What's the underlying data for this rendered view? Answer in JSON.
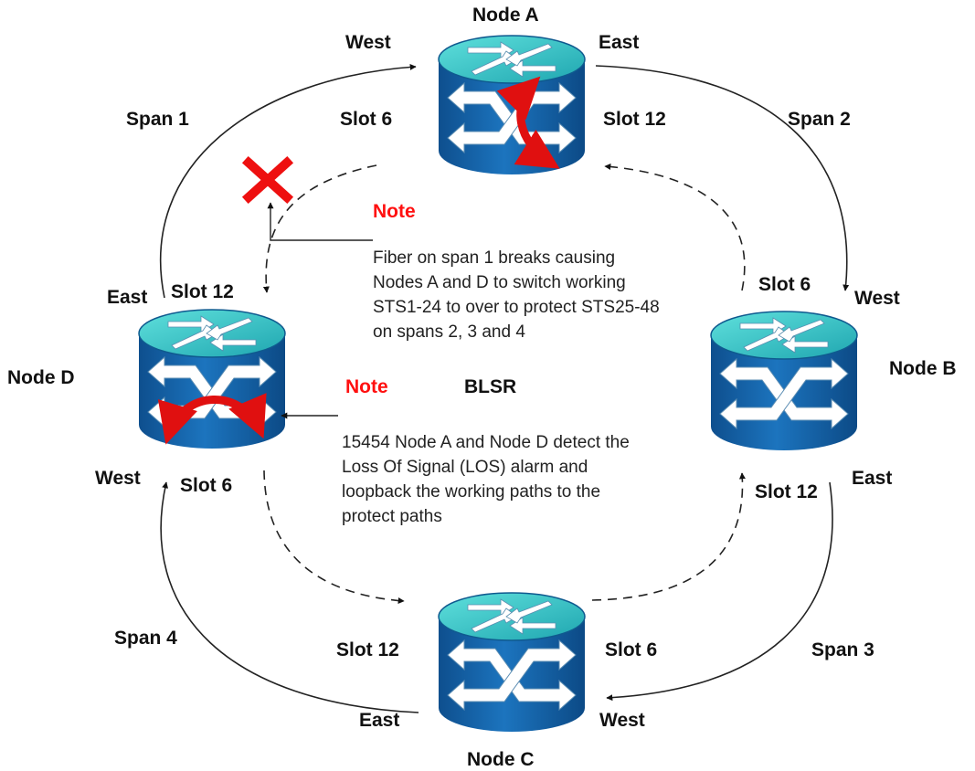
{
  "diagram": {
    "center_label": "BLSR",
    "nodes": {
      "a": {
        "name": "Node A",
        "west": "West",
        "east": "East",
        "left_slot": "Slot 6",
        "right_slot": "Slot 12"
      },
      "b": {
        "name": "Node B",
        "west": "West",
        "east": "East",
        "top_slot": "Slot 6",
        "bottom_slot": "Slot 12"
      },
      "c": {
        "name": "Node C",
        "west": "West",
        "east": "East",
        "left_slot": "Slot 12",
        "right_slot": "Slot 6"
      },
      "d": {
        "name": "Node D",
        "west": "West",
        "east": "East",
        "top_slot": "Slot 12",
        "bottom_slot": "Slot 6"
      }
    },
    "spans": [
      "Span 1",
      "Span 2",
      "Span 3",
      "Span 4"
    ],
    "notes": [
      {
        "title": "Note",
        "lines": [
          "Fiber on span 1 breaks causing",
          "Nodes A and D to switch  working",
          "STS1-24 to over to protect STS25-48",
          "on spans 2, 3 and 4"
        ]
      },
      {
        "title": "Note",
        "lines": [
          "15454 Node A and Node D detect the",
          "Loss Of Signal (LOS) alarm and",
          "loopback the working paths to the",
          "protect paths"
        ]
      }
    ],
    "colors": {
      "node_body": "#1166b0",
      "node_top": "#33c4c4",
      "note_title": "#ff1010",
      "loopback_arrow": "#e01010",
      "break_mark": "#ee1010"
    }
  }
}
